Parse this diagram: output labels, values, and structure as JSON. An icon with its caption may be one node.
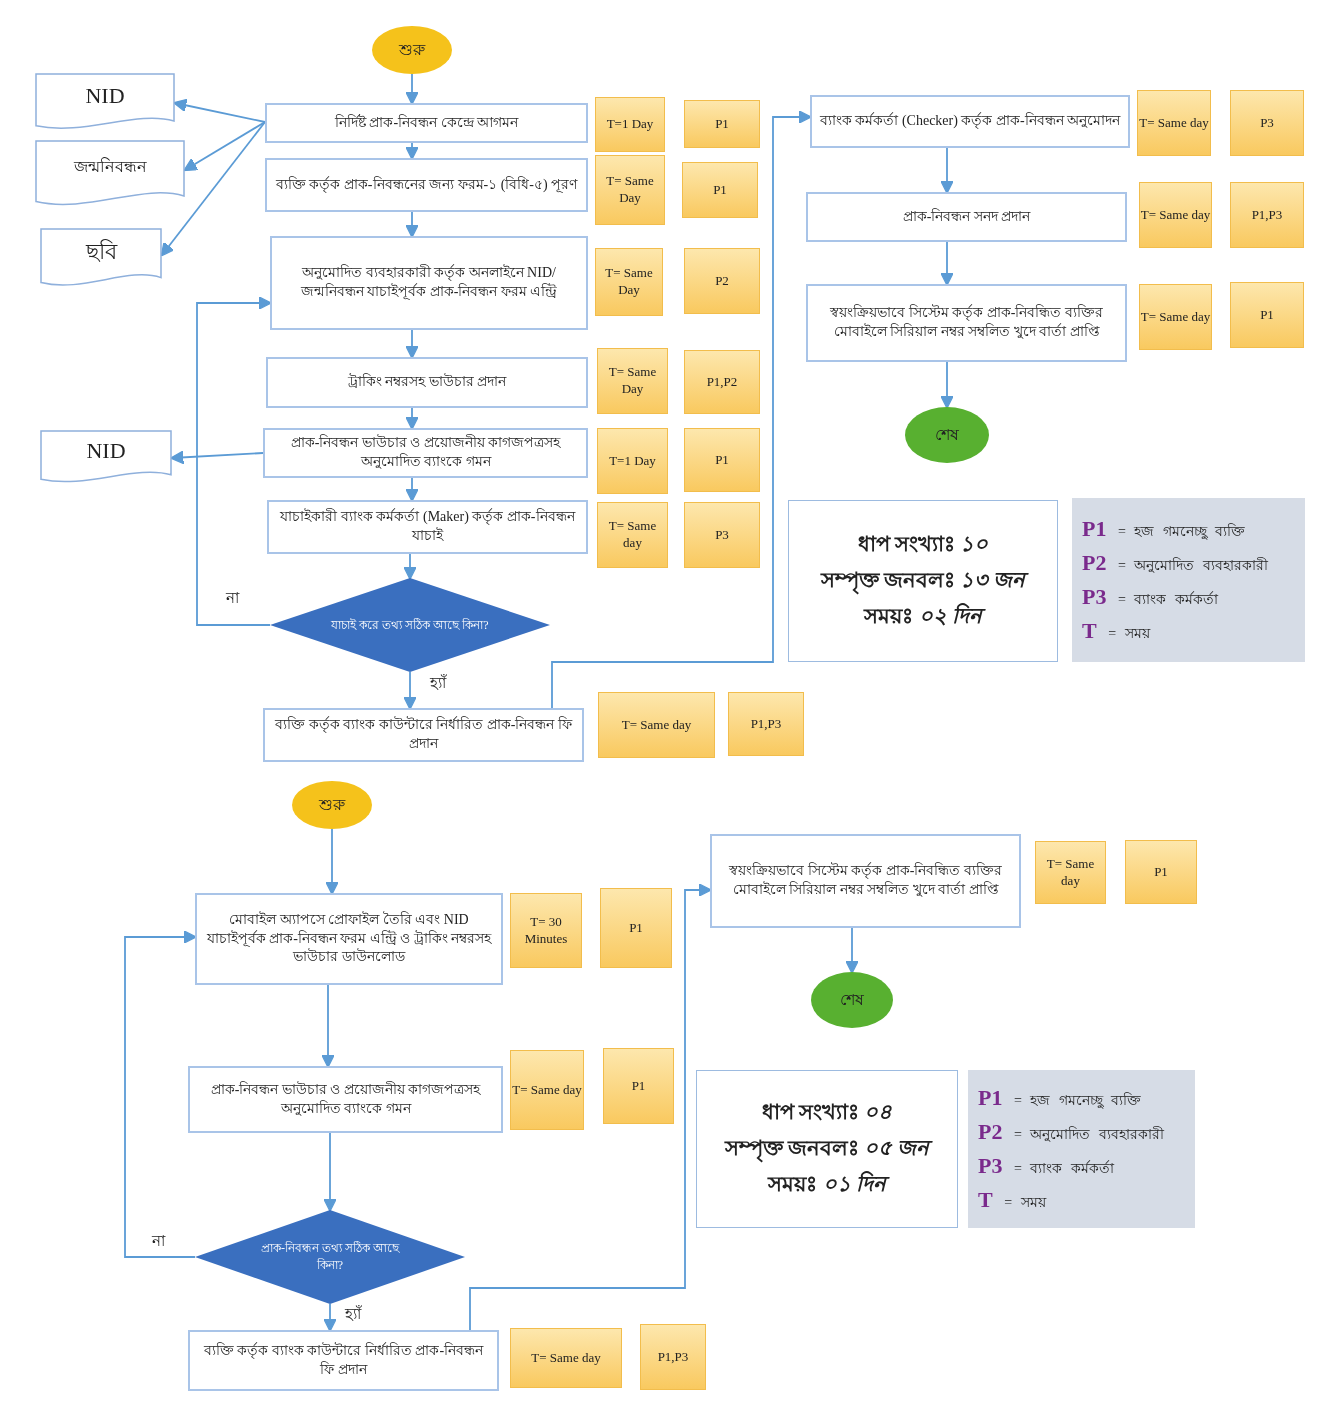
{
  "diagram": {
    "nodes": [
      {
        "text": [
          "শুরু"
        ]
      },
      {
        "text": [
          "NID"
        ]
      },
      {
        "text": [
          "জন্মনিবন্ধন"
        ]
      },
      {
        "text": [
          "ছবি"
        ]
      },
      {
        "text": [
          "নির্দিষ্ট প্রাক-নিবন্ধন কেন্দ্রে আগমন"
        ]
      },
      {
        "text": [
          "T=1 Day"
        ]
      },
      {
        "text": [
          "P1"
        ]
      },
      {
        "text": [
          "ব্যক্তি কর্তৃক প্রাক-নিবন্ধনের জন্য ফরম-১ (বিধি-৫) পূরণ"
        ]
      },
      {
        "text": [
          "T= Same Day"
        ]
      },
      {
        "text": [
          "P1"
        ]
      },
      {
        "text": [
          "অনুমোদিত ব্যবহারকারী কর্তৃক অনলাইনে NID/জন্মনিবন্ধন যাচাইপূর্বক প্রাক-নিবন্ধন ফরম এন্ট্রি"
        ]
      },
      {
        "text": [
          "T= Same Day"
        ]
      },
      {
        "text": [
          "P2"
        ]
      },
      {
        "text": [
          "ট্রাকিং নম্বরসহ ভাউচার প্রদান"
        ]
      },
      {
        "text": [
          "T= Same Day"
        ]
      },
      {
        "text": [
          "P1,P2"
        ]
      },
      {
        "text": [
          "NID"
        ]
      },
      {
        "text": [
          "প্রাক-নিবন্ধন ভাউচার ও প্রয়োজনীয় কাগজপত্রসহ অনুমোদিত ব্যাংকে গমন"
        ]
      },
      {
        "text": [
          "T=1 Day"
        ]
      },
      {
        "text": [
          "P1"
        ]
      },
      {
        "text": [
          "যাচাইকারী ব্যাংক কর্মকর্তা (Maker) কর্তৃক প্রাক-নিবন্ধন যাচাই"
        ]
      },
      {
        "text": [
          "T= Same day"
        ]
      },
      {
        "text": [
          "P3"
        ]
      },
      {
        "text": [
          "যাচাই করে তথ্য সঠিক আছে কিনা?"
        ]
      },
      {
        "text": [
          "ব্যক্তি কর্তৃক ব্যাংক কাউন্টারে নির্ধারিত প্রাক-নিবন্ধন ফি প্রদান"
        ]
      },
      {
        "text": [
          "T= Same day"
        ]
      },
      {
        "text": [
          "P1,P3"
        ]
      },
      {
        "text": [
          "ব্যাংক কর্মকর্তা (Checker) কর্তৃক প্রাক-নিবন্ধন অনুমোদন"
        ]
      },
      {
        "text": [
          "T= Same day"
        ]
      },
      {
        "text": [
          "P3"
        ]
      },
      {
        "text": [
          "প্রাক-নিবন্ধন সনদ প্রদান"
        ]
      },
      {
        "text": [
          "T= Same day"
        ]
      },
      {
        "text": [
          "P1,P3"
        ]
      },
      {
        "text": [
          "স্বয়ংক্রিয়ভাবে সিস্টেম কর্তৃক প্রাক-নিবন্ধিত ব্যক্তির মোবাইলে সিরিয়াল নম্বর সম্বলিত খুদে বার্তা প্রাপ্তি"
        ]
      },
      {
        "text": [
          "T= Same day"
        ]
      },
      {
        "text": [
          "P1"
        ]
      },
      {
        "text": [
          "শেষ"
        ]
      },
      {
        "text": [
          "ধাপ সংখ্যাঃ *১০*",
          "সম্পৃক্ত জনবলঃ *১৩ জন*",
          "সময়ঃ *০২ দিন*"
        ]
      },
      {
        "text": [
          "**P1** = হজ গমনেচ্ছু ব্যক্তি",
          "**P2** = অনুমোদিত ব্যবহারকারী",
          "**P3** = ব্যাংক কর্মকর্তা",
          "**T** = সময়"
        ]
      },
      {
        "text": [
          "শুরু"
        ]
      },
      {
        "text": [
          "মোবাইল অ্যাপসে প্রোফাইল তৈরি এবং NID যাচাইপূর্বক প্রাক-নিবন্ধন ফরম এন্ট্রি ও ট্রাকিং নম্বরসহ ভাউচার ডাউনলোড"
        ]
      },
      {
        "text": [
          "T= 30 Minutes"
        ]
      },
      {
        "text": [
          "P1"
        ]
      },
      {
        "text": [
          "প্রাক-নিবন্ধন ভাউচার ও প্রয়োজনীয় কাগজপত্রসহ অনুমোদিত ব্যাংকে গমন"
        ]
      },
      {
        "text": [
          "T= Same day"
        ]
      },
      {
        "text": [
          "P1"
        ]
      },
      {
        "text": [
          "প্রাক-নিবন্ধন তথ্য সঠিক আছে কিনা?"
        ]
      },
      {
        "text": [
          "ব্যক্তি কর্তৃক ব্যাংক কাউন্টারে নির্ধারিত প্রাক-নিবন্ধন ফি প্রদান"
        ]
      },
      {
        "text": [
          "T= Same day"
        ]
      },
      {
        "text": [
          "P1,P3"
        ]
      },
      {
        "text": [
          "স্বয়ংক্রিয়ভাবে সিস্টেম কর্তৃক প্রাক-নিবন্ধিত ব্যক্তির মোবাইলে সিরিয়াল নম্বর সম্বলিত খুদে বার্তা প্রাপ্তি"
        ]
      },
      {
        "text": [
          "T= Same day"
        ]
      },
      {
        "text": [
          "P1"
        ]
      },
      {
        "text": [
          "শেষ"
        ]
      },
      {
        "text": [
          "ধাপ সংখ্যাঃ *০৪*",
          "সম্পৃক্ত জনবলঃ *০৫ জন*",
          "সময়ঃ *০১ দিন*"
        ]
      },
      {
        "text": [
          "**P1** = হজ গমনেচ্ছু ব্যক্তি",
          "**P2** = অনুমোদিত ব্যবহারকারী",
          "**P3** = ব্যাংক কর্মকর্তা",
          "**T** = সময়"
        ]
      }
    ],
    "edges": [
      {
        "from": 0,
        "to": 4,
        "arrow": "to"
      },
      {
        "from": 4,
        "to": 1,
        "arrow": "to"
      },
      {
        "from": 4,
        "to": 2,
        "arrow": "to"
      },
      {
        "from": 4,
        "to": 3,
        "arrow": "to"
      },
      {
        "from": 4,
        "to": 7,
        "arrow": "to"
      },
      {
        "from": 7,
        "to": 10,
        "arrow": "to"
      },
      {
        "from": 10,
        "to": 13,
        "arrow": "to"
      },
      {
        "from": 13,
        "to": 17,
        "arrow": "to"
      },
      {
        "from": 17,
        "to": 16,
        "arrow": "to"
      },
      {
        "from": 17,
        "to": 20,
        "arrow": "to"
      },
      {
        "from": 20,
        "to": 23,
        "arrow": "to"
      },
      {
        "from": 23,
        "to": 10,
        "arrow": "to",
        "label": "না"
      },
      {
        "from": 23,
        "to": 24,
        "arrow": "to",
        "label": "হ্যাঁ"
      },
      {
        "from": 24,
        "to": 27,
        "arrow": "to"
      },
      {
        "from": 27,
        "to": 30,
        "arrow": "to"
      },
      {
        "from": 30,
        "to": 33,
        "arrow": "to"
      },
      {
        "from": 33,
        "to": 36,
        "arrow": "to"
      },
      {
        "from": 39,
        "to": 40,
        "arrow": "to"
      },
      {
        "from": 40,
        "to": 43,
        "arrow": "to"
      },
      {
        "from": 43,
        "to": 46,
        "arrow": "to"
      },
      {
        "from": 46,
        "to": 40,
        "arrow": "to",
        "label": "না"
      },
      {
        "from": 46,
        "to": 47,
        "arrow": "to",
        "label": "হ্যাঁ"
      },
      {
        "from": 47,
        "to": 50,
        "arrow": "to"
      },
      {
        "from": 50,
        "to": 53,
        "arrow": "to"
      }
    ]
  }
}
